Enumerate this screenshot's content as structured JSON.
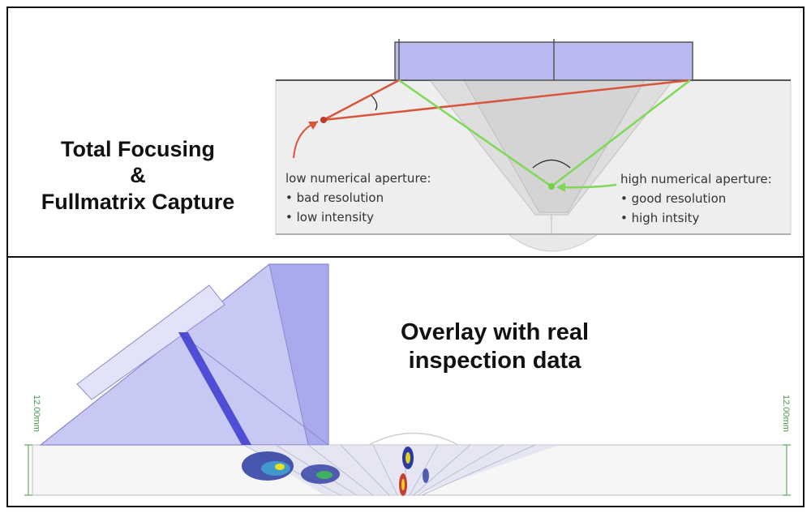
{
  "top_panel": {
    "title_lines": [
      "Total Focusing",
      "&",
      "Fullmatrix Capture"
    ],
    "low_aperture": {
      "heading": "low numerical aperture:",
      "items": [
        "•  bad resolution",
        "•  low intensity"
      ]
    },
    "high_aperture": {
      "heading": "high numerical aperture:",
      "items": [
        "•  good resolution",
        "•  high intsity"
      ]
    },
    "colors": {
      "probe": "#b9b9ef",
      "low_ray": "#d8553a",
      "high_ray": "#7ed957",
      "specimen": "#eeeeee"
    }
  },
  "bottom_panel": {
    "title_lines": [
      "Overlay with real",
      "inspection data"
    ],
    "dimension_left": "12.00mm",
    "dimension_right": "12.00mm",
    "colors": {
      "wedge": "#c8c8f4",
      "wedge_dark": "#a9a9ee",
      "beam": "#3a3ad0",
      "dimension": "#4a9a4a"
    }
  }
}
